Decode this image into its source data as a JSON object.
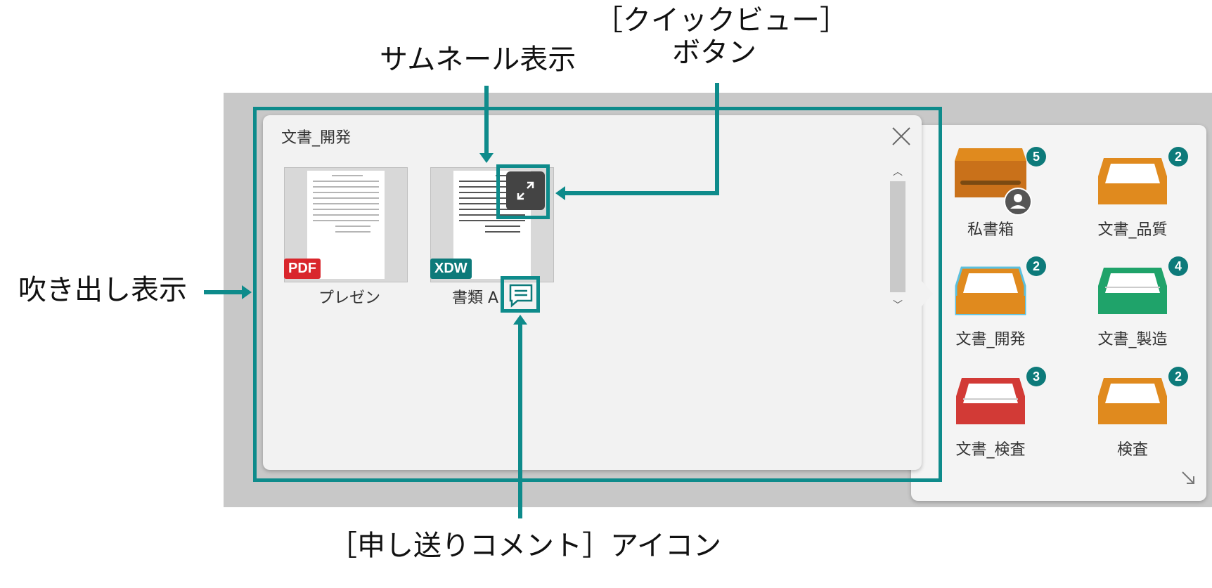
{
  "callouts": {
    "thumbnail_display": "サムネール表示",
    "quick_view_line1": "［クイックビュー］",
    "quick_view_line2": "ボタン",
    "balloon_display": "吹き出し表示",
    "comment_icon": "［申し送りコメント］アイコン"
  },
  "popup": {
    "title": "文書_開発",
    "files": [
      {
        "name": "プレゼン",
        "type_badge": "PDF",
        "badge_color": "#d9262c"
      },
      {
        "name": "書類 A",
        "type_badge": "XDW",
        "badge_color": "#0d7a7a"
      }
    ]
  },
  "trays": [
    {
      "label": "私書箱",
      "count": "5",
      "color": "#e08a1e",
      "icon": "private-mailbox-icon"
    },
    {
      "label": "文書_品質",
      "count": "2",
      "color": "#e08a1e",
      "icon": "inbox-tray-icon"
    },
    {
      "label": "文書_開発",
      "count": "2",
      "color": "#e08a1e",
      "icon": "inbox-tray-icon"
    },
    {
      "label": "文書_製造",
      "count": "4",
      "color": "#1fa36a",
      "icon": "inbox-tray-icon"
    },
    {
      "label": "文書_検査",
      "count": "3",
      "color": "#d23a36",
      "icon": "inbox-tray-icon"
    },
    {
      "label": "検査",
      "count": "2",
      "color": "#e08a1e",
      "icon": "inbox-tray-icon"
    }
  ],
  "colors": {
    "accent_teal": "#0e8b8b",
    "badge_teal": "#0d7a7a"
  },
  "icons": {
    "close": "close-icon",
    "quick_view": "expand-icon",
    "comment": "comment-icon",
    "resize": "resize-arrow-icon"
  }
}
